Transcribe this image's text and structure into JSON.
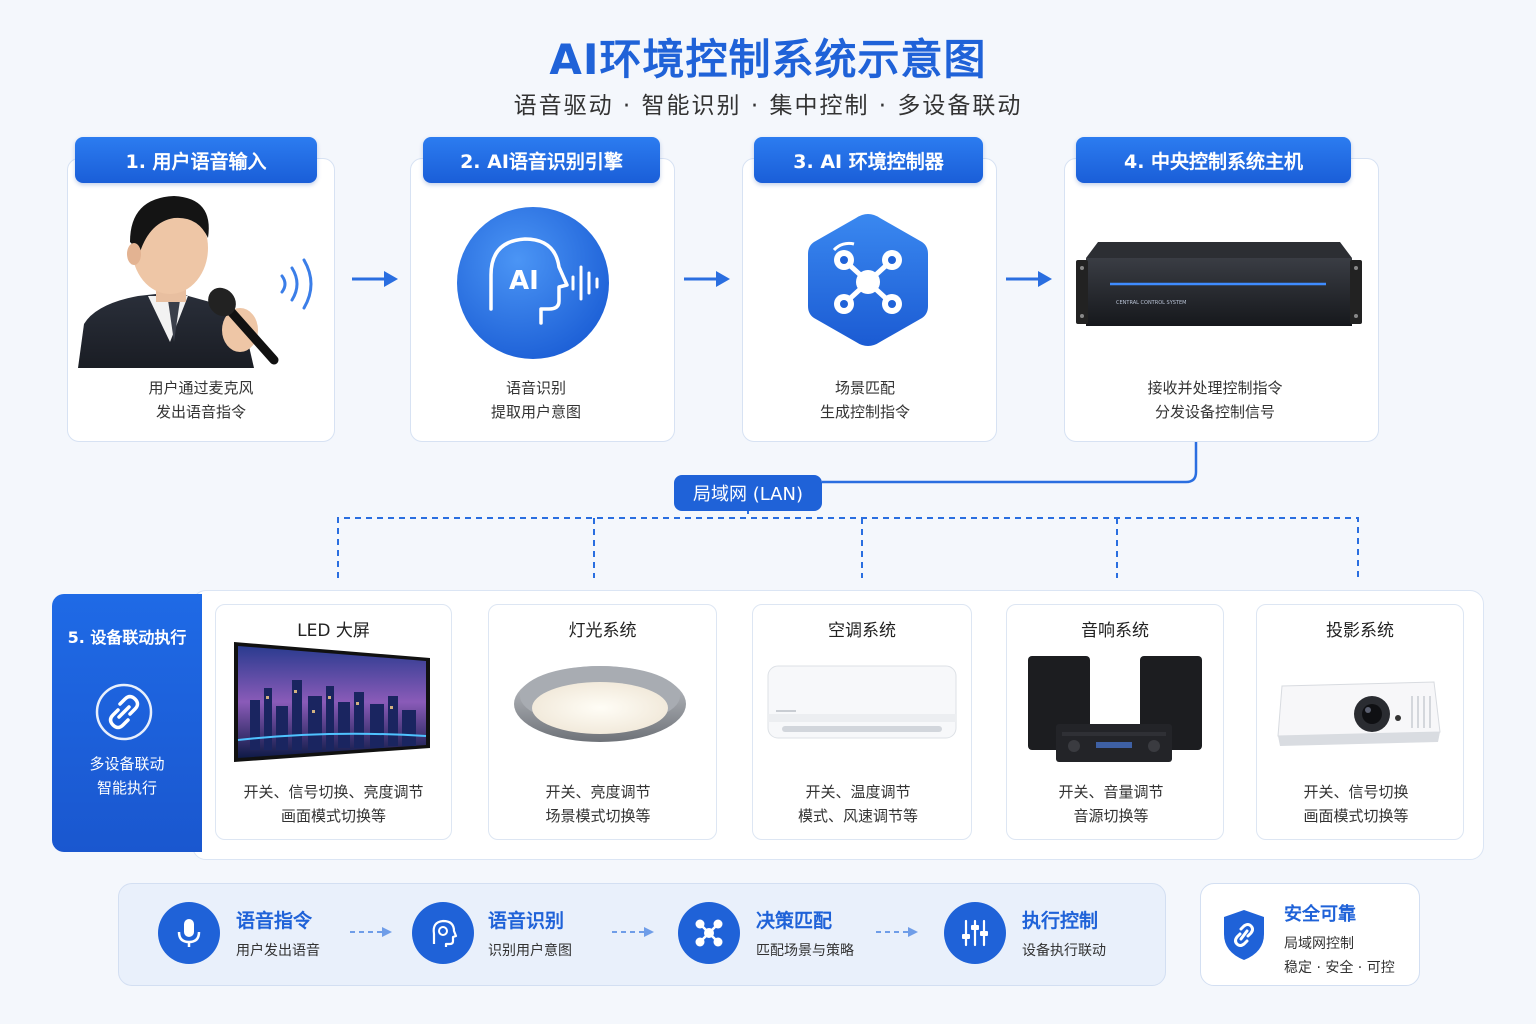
{
  "header": {
    "title": "AI环境控制系统示意图",
    "subtitle": "语音驱动 · 智能识别 · 集中控制 · 多设备联动"
  },
  "steps": [
    {
      "label": "1. 用户语音输入",
      "lines": [
        "用户通过麦克风",
        "发出语音指令"
      ]
    },
    {
      "label": "2. AI语音识别引擎",
      "lines": [
        "语音识别",
        "提取用户意图"
      ],
      "icon_text": "AI"
    },
    {
      "label": "3. AI 环境控制器",
      "lines": [
        "场景匹配",
        "生成控制指令"
      ]
    },
    {
      "label": "4. 中央控制系统主机",
      "lines": [
        "接收并处理控制指令",
        "分发设备控制信号"
      ],
      "device_text": "CENTRAL CONTROL SYSTEM"
    }
  ],
  "network": {
    "label": "局域网 (LAN)"
  },
  "execution": {
    "title": "5. 设备联动执行",
    "lines": [
      "多设备联动",
      "智能执行"
    ]
  },
  "devices": [
    {
      "name": "LED 大屏",
      "lines": [
        "开关、信号切换、亮度调节",
        "画面模式切换等"
      ]
    },
    {
      "name": "灯光系统",
      "lines": [
        "开关、亮度调节",
        "场景模式切换等"
      ]
    },
    {
      "name": "空调系统",
      "lines": [
        "开关、温度调节",
        "模式、风速调节等"
      ]
    },
    {
      "name": "音响系统",
      "lines": [
        "开关、音量调节",
        "音源切换等"
      ]
    },
    {
      "name": "投影系统",
      "lines": [
        "开关、信号切换",
        "画面模式切换等"
      ]
    }
  ],
  "flow": [
    {
      "title": "语音指令",
      "sub": "用户发出语音",
      "icon": "microphone-icon"
    },
    {
      "title": "语音识别",
      "sub": "识别用户意图",
      "icon": "brain-icon"
    },
    {
      "title": "决策匹配",
      "sub": "匹配场景与策略",
      "icon": "network-nodes-icon"
    },
    {
      "title": "执行控制",
      "sub": "设备执行联动",
      "icon": "sliders-icon"
    }
  ],
  "security": {
    "title": "安全可靠",
    "line1": "局域网控制",
    "line2": "稳定 · 安全 · 可控",
    "icon": "shield-icon"
  },
  "colors": {
    "primary": "#1f62d8",
    "primary_light": "#2c7cf0",
    "background": "#f4f7fc",
    "card_border": "#d7e2f3"
  }
}
